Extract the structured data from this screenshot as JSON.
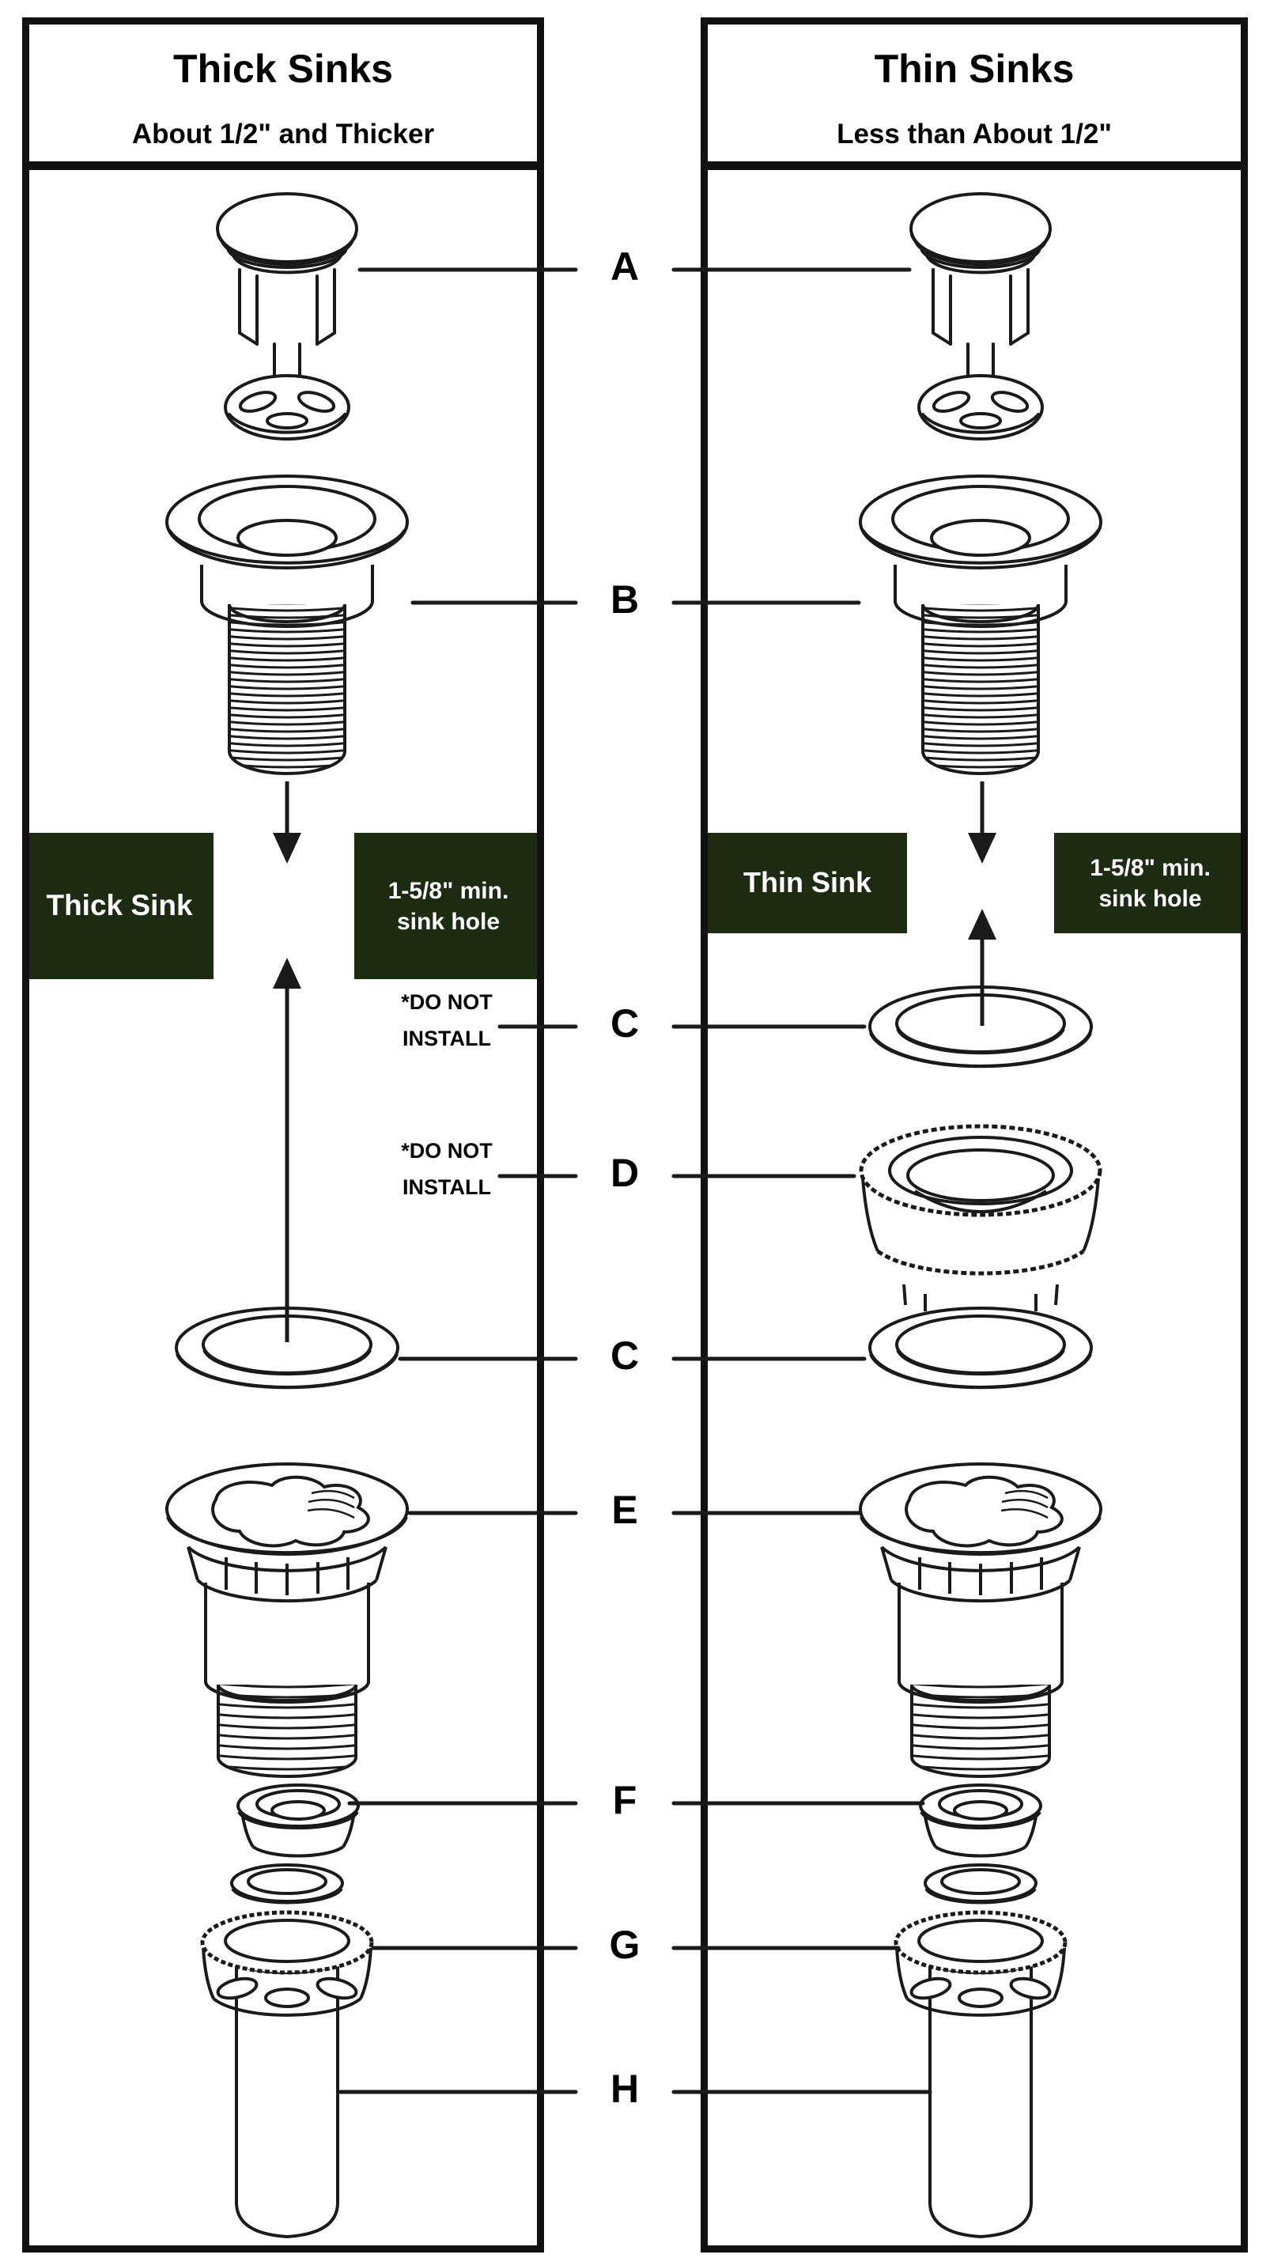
{
  "diagram": {
    "panels": {
      "thick": {
        "title": "Thick Sinks",
        "subtitle": "About 1/2\" and Thicker",
        "sink_callout": "Thick Sink",
        "hole_callout_line1": "1-5/8\" min.",
        "hole_callout_line2": "sink hole"
      },
      "thin": {
        "title": "Thin Sinks",
        "subtitle": "Less than About 1/2\"",
        "sink_callout": "Thin Sink",
        "hole_callout_line1": "1-5/8\" min.",
        "hole_callout_line2": "sink hole"
      }
    },
    "part_labels": {
      "a": "A",
      "b": "B",
      "c": "C",
      "d": "D",
      "e": "E",
      "f": "F",
      "g": "G",
      "h": "H"
    },
    "warnings": {
      "do_not_install_line1": "*DO NOT",
      "do_not_install_line2": "INSTALL"
    },
    "colors": {
      "callout_bg": "#1d2b12",
      "callout_text": "#ffffff",
      "line": "#1a1a1a"
    }
  }
}
